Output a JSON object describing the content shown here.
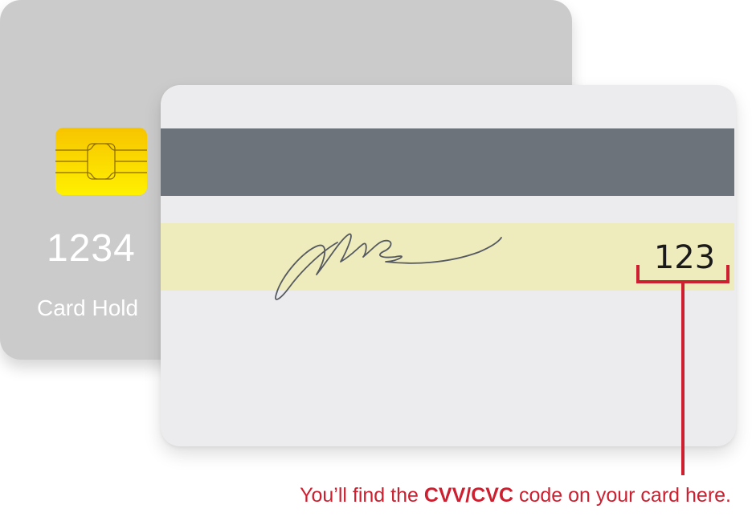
{
  "front_card": {
    "number_partial": "1234",
    "holder_partial": "Card Hold"
  },
  "back_card": {
    "cvv_code": "123"
  },
  "caption": {
    "before": "You’ll find the ",
    "highlight": "CVV/CVC",
    "after": " code on your card here."
  },
  "colors": {
    "front_card": "#cbcbcb",
    "back_card": "#ececee",
    "magstripe": "#6c737a",
    "signature_strip": "#eeebbd",
    "chip": "#f9d10a",
    "accent": "#cc1f2f"
  },
  "icons": {
    "chip": "emv-chip-icon",
    "signature": "signature-scribble"
  }
}
